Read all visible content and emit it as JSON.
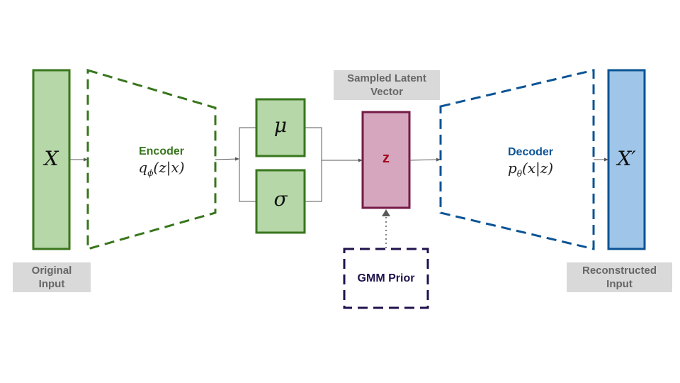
{
  "colors": {
    "encoder_green": "#38761d",
    "input_fill": "#b6d7a8",
    "decoder_blue": "#0b5394",
    "output_fill": "#9fc5e8",
    "latent_border": "#741b47",
    "latent_fill": "#d5a6bd",
    "latent_text": "#a0001c",
    "prior_purple": "#20124d",
    "label_bg": "#d9d9d9",
    "label_text": "#666666",
    "connector": "#595959"
  },
  "input": {
    "symbol": "X",
    "caption_line1": "Original",
    "caption_line2": "Input"
  },
  "encoder": {
    "title": "Encoder",
    "formula": "qϕ(z|x)",
    "formula_main": "q",
    "formula_sub": "ϕ",
    "formula_args": "(z|x)"
  },
  "mu": {
    "symbol": "μ"
  },
  "sigma": {
    "symbol": "σ"
  },
  "latent": {
    "symbol": "z",
    "caption_line1": "Sampled Latent",
    "caption_line2": "Vector"
  },
  "prior": {
    "label": "GMM Prior"
  },
  "decoder": {
    "title": "Decoder",
    "formula": "pθ(x|z)",
    "formula_main": "p",
    "formula_sub": "θ",
    "formula_args": "(x|z)"
  },
  "output": {
    "symbol": "X′",
    "caption_line1": "Reconstructed",
    "caption_line2": "Input"
  }
}
